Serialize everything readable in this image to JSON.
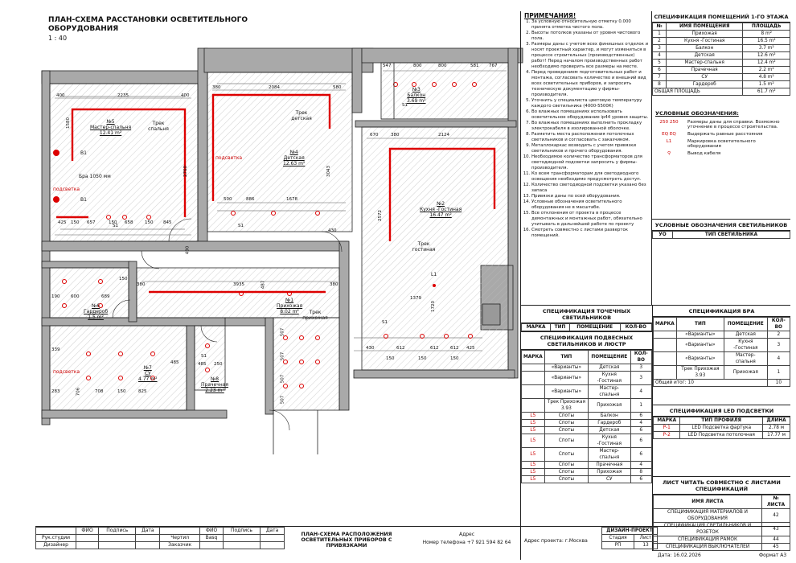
{
  "plan": {
    "title_line1": "ПЛАН-СХЕМА РАССТАНОВКИ ОСВЕТИТЕЛЬНОГО",
    "title_line2": "ОБОРУДОВАНИЯ",
    "scale": "1 : 40",
    "rooms": [
      {
        "no": "№5",
        "name": "Мастер-спальня",
        "area": "12.41 m²"
      },
      {
        "no": "№4",
        "name": "Детская",
        "area": "12.63 m²"
      },
      {
        "no": "№3",
        "name": "Балкон",
        "area": "3.69 m²"
      },
      {
        "no": "№2",
        "name": "Кухня -Гостиная",
        "area": "16.47 m²"
      },
      {
        "no": "№1",
        "name": "Прихожая",
        "area": "8.02 m²"
      },
      {
        "no": "№6",
        "name": "Гардероб",
        "area": "1.5 m²"
      },
      {
        "no": "№7",
        "name": "СУ",
        "area": "4.77 m²"
      },
      {
        "no": "№8",
        "name": "Прачечная",
        "area": "2.23 m²"
      }
    ],
    "labels": {
      "track_bedroom": "Трек спальня",
      "track_kids": "Трек детская",
      "track_living": "Трек гостиная",
      "track_hall": "Трек прихожая",
      "bra": "Бра 1050 мм",
      "podsvetka": "подсветка",
      "b1": "B1",
      "s1": "S1",
      "l1": "L1"
    },
    "dims": {
      "bedroom_top": [
        "400",
        "2235",
        "400"
      ],
      "bedroom_left": "1580",
      "bedroom_right": "2760",
      "bedroom_bottom": [
        "425",
        "150",
        "657",
        "150",
        "658",
        "150",
        "845"
      ],
      "kids_top": [
        "380",
        "2084",
        "580"
      ],
      "kids_bottom": [
        "500",
        "886",
        "1678"
      ],
      "kids_right": "3043",
      "kids_misc": [
        "430",
        "490"
      ],
      "balcony_top": [
        "547",
        "800",
        "800",
        "581",
        "767"
      ],
      "kitchen_top": [
        "670",
        "380",
        "2124"
      ],
      "kitchen_left": "2572",
      "kitchen_bottom": [
        "430",
        "612",
        "612",
        "612",
        "425"
      ],
      "kitchen_bottom2": [
        "150",
        "150",
        "150"
      ],
      "kitchen_misc": [
        "1379",
        "1720"
      ],
      "hall": [
        "380",
        "3935",
        "487",
        "380"
      ],
      "hall_vertical": [
        "507",
        "507",
        "507",
        "507"
      ],
      "wardrobe": [
        "190",
        "600",
        "689",
        "150"
      ],
      "bath": [
        "339",
        "283",
        "706",
        "708",
        "150",
        "825",
        "485"
      ],
      "laundry": [
        "485",
        "250"
      ]
    }
  },
  "notes": {
    "title": "ПРИМЕЧАНИЯ!",
    "items": [
      "За условную относительную отметку 0.000 принята отметка чистого пола.",
      "Высоты потолков указаны от уровня чистового пола.",
      "Размеры даны с учетом всех финишных отделок и носят проектный характер, и могут измениться в процессе строительных (производственных) работ! Перед началом производственных работ необходимо проверить все размеры на месте.",
      "Перед проведением подготовительных работ и монтажа, согласовать количество и внешний вид всех осветительных приборов, и запросить техническую документацию у фирмы-производителя.",
      "Уточнить у специалиста цветовую температуру каждого светильника (4000-5500К)",
      "Во влажных помещениях использовать осветительное оборудование ip44 уровня защиты.",
      "Во влажных помещениях выполнить прокладку электрокабеля в изолированной оболочке.",
      "Разметить места расположения потолочных светильников и согласовать с заказчиком.",
      "Металлокаркас возводить с учетом привязки светильников и прочего оборудования.",
      "Необходимое количество трансформаторов для светодиодной подсветки запросить у фирмы-производителя.",
      "Ко всем трансформаторам для светодиодного освещения необходимо предусмотреть доступ.",
      "Количество светодиодной подсветки указано без запаса",
      "Привязки даны по осей оборудования.",
      "Условные обозначения осветительного оборудования не в масштабе.",
      "Все отклонения от проекта в процессе демонтажных и монтажных работ, обязательно учитывать в дальнейшей работе по проекту",
      "Смотреть совместно с листами разверток помещений."
    ]
  },
  "rooms_spec": {
    "title": "СПЕЦИФИКАЦИЯ ПОМЕЩЕНИЙ 1-ГО ЭТАЖА",
    "headers": [
      "№",
      "ИМЯ ПОМЕЩЕНИЯ",
      "ПЛОЩАДЬ"
    ],
    "rows": [
      [
        "1",
        "Прихожая",
        "8 m²"
      ],
      [
        "2",
        "Кухня -Гостиная",
        "16.5 m²"
      ],
      [
        "3",
        "Балкон",
        "3.7 m²"
      ],
      [
        "4",
        "Детская",
        "12.6 m²"
      ],
      [
        "5",
        "Мастер-спальня",
        "12.4 m²"
      ],
      [
        "6",
        "Прачечная",
        "2.2 m²"
      ],
      [
        "7",
        "СУ",
        "4.8 m²"
      ],
      [
        "8",
        "Гардероб",
        "1.5 m²"
      ]
    ],
    "total_label": "ОБЩАЯ ПЛОЩАДЬ",
    "total": "61.7 m²"
  },
  "legend": {
    "title": "УСЛОВНЫЕ ОБОЗНАЧЕНИЯ:",
    "items": [
      {
        "sym": "250 250",
        "text": "Размеры даны для справки. Возможно уточнение в процессе строительства."
      },
      {
        "sym": "EQ EQ",
        "text": "Выдержать равные расстояния"
      },
      {
        "sym": "L1",
        "text": "Маркировка осветительного оборудования"
      },
      {
        "sym": "⚲",
        "text": "Вывод кабеля"
      }
    ]
  },
  "lamp_legend": {
    "title": "УСЛОВНЫЕ ОБОЗНАЧЕНИЯ СВЕТИЛЬНИКОВ",
    "headers": [
      "УО",
      "ТИП СВЕТИЛЬНИКА"
    ]
  },
  "point_spec": {
    "title": "СПЕЦИФИКАЦИЯ ТОЧЕЧНЫХ СВЕТИЛЬНИКОВ",
    "headers": [
      "МАРКА",
      "ТИП",
      "ПОМЕЩЕНИЕ",
      "КОЛ-ВО"
    ]
  },
  "pendant_spec": {
    "title": "СПЕЦИФИКАЦИЯ ПОДВЕСНЫХ СВЕТИЛЬНИКОВ И ЛЮСТР",
    "headers": [
      "МАРКА",
      "ТИП",
      "ПОМЕЩЕНИЕ",
      "КОЛ-ВО"
    ],
    "rows": [
      [
        "",
        "«Варианты»",
        "Детская",
        "3"
      ],
      [
        "",
        "«Варианты»",
        "Кухня -Гостиная",
        "3"
      ],
      [
        "",
        "«Варианты»",
        "Мастер-спальня",
        "4"
      ],
      [
        "",
        "Трек Прихожая 3.93",
        "Прихожая",
        "1"
      ],
      [
        "L5",
        "Споты",
        "Балкон",
        "6"
      ],
      [
        "L5",
        "Споты",
        "Гардероб",
        "4"
      ],
      [
        "L5",
        "Споты",
        "Детская",
        "6"
      ],
      [
        "L5",
        "Споты",
        "Кухня -Гостиная",
        "6"
      ],
      [
        "L5",
        "Споты",
        "Мастер-спальня",
        "6"
      ],
      [
        "L5",
        "Споты",
        "Прачечная",
        "4"
      ],
      [
        "L5",
        "Споты",
        "Прихожая",
        "8"
      ],
      [
        "L5",
        "Споты",
        "СУ",
        "6"
      ]
    ]
  },
  "bra_spec": {
    "title": "СПЕЦИФИКАЦИЯ БРА",
    "headers": [
      "МАРКА",
      "ТИП",
      "ПОМЕЩЕНИЕ",
      "КОЛ-ВО"
    ],
    "rows": [
      [
        "",
        "«Варианты»",
        "Детская",
        "2"
      ],
      [
        "",
        "«Варианты»",
        "Кухня -Гостиная",
        "3"
      ],
      [
        "",
        "«Варианты»",
        "Мастер-спальня",
        "4"
      ],
      [
        "",
        "Трек Прихожая 3.93",
        "Прихожая",
        "1"
      ]
    ],
    "total_label": "Общий итог: 10",
    "total": "10"
  },
  "led_spec": {
    "title": "СПЕЦИФИКАЦИЯ LED ПОДСВЕТКИ",
    "headers": [
      "МАРКА",
      "ТИП ПРОФИЛЯ",
      "ДЛИНА"
    ],
    "rows": [
      [
        "P-1",
        "LED Подсветка фартука",
        "2.78 м"
      ],
      [
        "P-2",
        "LED Подсветка потолочная",
        "17.77 м"
      ]
    ]
  },
  "sheets_spec": {
    "title": "ЛИСТ ЧИТАТЬ СОВМЕСТНО С ЛИСТАМИ СПЕЦИФИКАЦИЙ",
    "headers": [
      "ИМЯ ЛИСТА",
      "№ ЛИСТА"
    ],
    "rows": [
      [
        "СПЕЦИФИКАЦИЯ МАТЕРИАЛОВ И ОБОРУДОВАНИЯ",
        "42"
      ],
      [
        "СПЕЦИФИКАЦИЯ СВЕТИЛЬНИКОВ И РОЗЕТОК",
        "43"
      ],
      [
        "СПЕЦИФИКАЦИЯ РАМОК",
        "44"
      ],
      [
        "СПЕЦИФИКАЦИЯ ВЫКЛЮЧАТЕЛЕЙ",
        "45"
      ]
    ]
  },
  "stamp": {
    "fio": "ФИО",
    "podpis": "Подпись",
    "data": "Дата",
    "ruk": "Рук.студии",
    "designer": "Дизайнер",
    "chertil": "Чертил",
    "zakazchik": "Заказчик",
    "basq": "Basq",
    "sheet_title": "ПЛАН-СХЕМА РАСПОЛОЖЕНИЯ ОСВЕТИТЕЛЬНЫХ ПРИБОРОВ С ПРИВЯЗКАМИ",
    "address_label": "Адрес",
    "phone": "Номер телефона +7 921 594 82 64",
    "project_address": "Адрес проекта: г.Москва",
    "stage_title": "ДИЗАЙН-ПРОЕКТ",
    "stage_label": "Стадия",
    "sheet_label": "Лист",
    "stage": "РП",
    "sheet_no": "13",
    "date": "Дата: 16.02.2026",
    "format": "Формат А3"
  }
}
